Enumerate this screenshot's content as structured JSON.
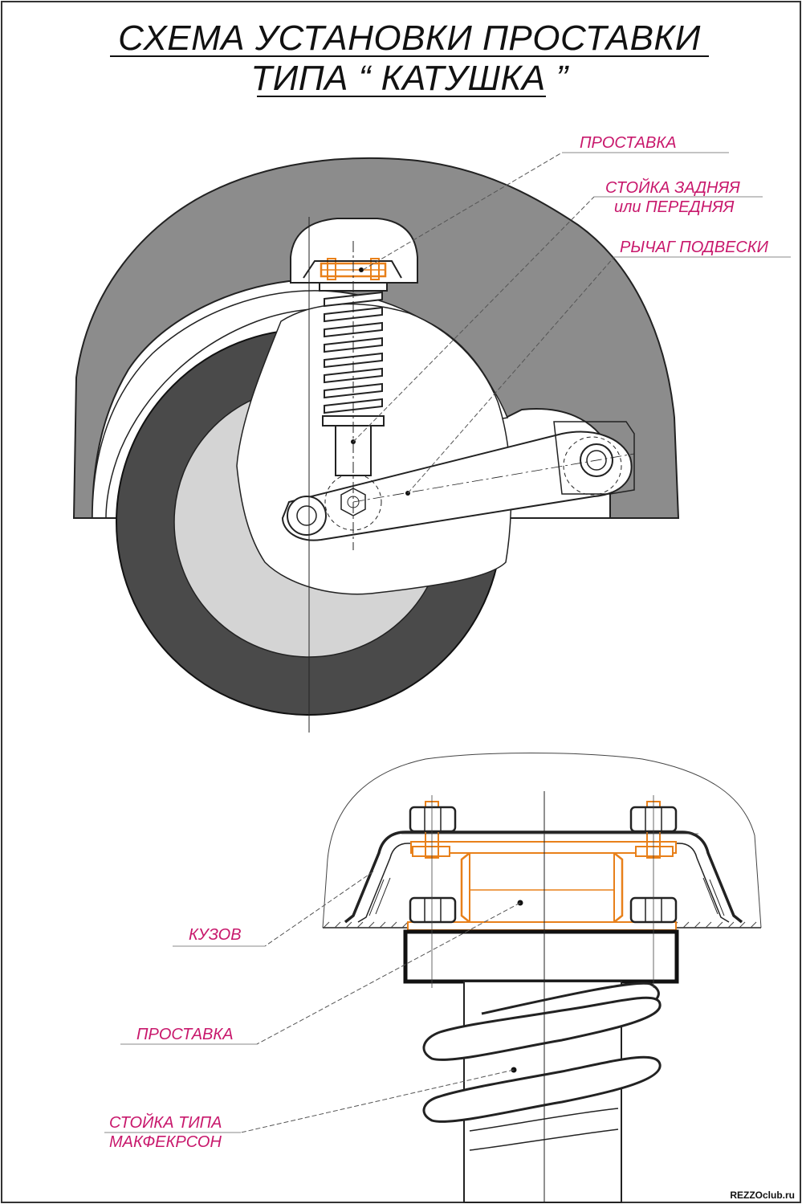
{
  "title": {
    "line1": "СХЕМА УСТАНОВКИ ПРОСТАВКИ",
    "line2": "ТИПА “ КАТУШКА ”"
  },
  "top_labels": {
    "spacer": "ПРОСТАВКА",
    "strut_line1": "СТОЙКА ЗАДНЯЯ",
    "strut_line2": "или ПЕРЕДНЯЯ",
    "arm": "РЫЧАГ ПОДВЕСКИ"
  },
  "bottom_labels": {
    "body": "КУЗОВ",
    "spacer": "ПРОСТАВКА",
    "strut_line1": "СТОЙКА ТИПА",
    "strut_line2": "МАКФЕКРСОН"
  },
  "watermark": "REZZOclub.ru",
  "colors": {
    "label": "#c8186c",
    "spacer": "#e8801a",
    "fender": "#8c8c8c",
    "tire": "#4a4a4a",
    "rim": "#d4d4d4"
  }
}
